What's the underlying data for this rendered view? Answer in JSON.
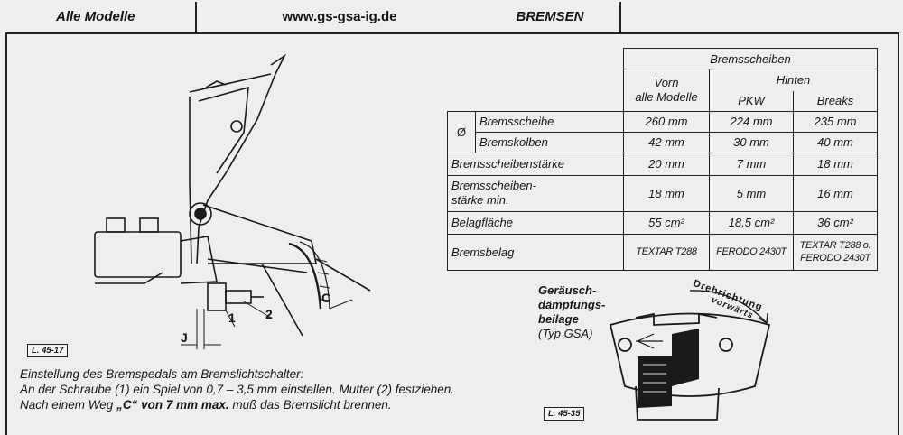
{
  "header": {
    "model": "Alle Modelle",
    "website": "www.gs-gsa-ig.de",
    "section": "BREMSEN"
  },
  "table": {
    "group_header": "Bremsscheiben",
    "front_header_line1": "Vorn",
    "front_header_line2": "alle Modelle",
    "rear_header": "Hinten",
    "rear_sub1": "PKW",
    "rear_sub2": "Breaks",
    "diameter_symbol": "Ø",
    "rows": [
      {
        "label": "Bremsscheibe",
        "front": "260 mm",
        "pkw": "224 mm",
        "breaks": "235 mm"
      },
      {
        "label": "Bremskolben",
        "front": "42 mm",
        "pkw": "30 mm",
        "breaks": "40 mm"
      },
      {
        "label": "Bremsscheibenstärke",
        "front": "20 mm",
        "pkw": "7 mm",
        "breaks": "18 mm"
      },
      {
        "label_line1": "Bremsscheiben-",
        "label_line2": "stärke min.",
        "front": "18 mm",
        "pkw": "5 mm",
        "breaks": "16 mm"
      },
      {
        "label": "Belagfläche",
        "front": "55 cm²",
        "pkw": "18,5 cm²",
        "breaks": "36 cm²"
      },
      {
        "label": "Bremsbelag",
        "front": "TEXTAR T288",
        "pkw": "FERODO 2430T",
        "breaks_line1": "TEXTAR T288 o.",
        "breaks_line2": "FERODO 2430T"
      }
    ]
  },
  "figure_left": {
    "ref": "L. 45-17",
    "callout_1": "1",
    "callout_2": "2",
    "callout_c": "C",
    "callout_j": "J"
  },
  "figure_right": {
    "ref": "L. 45-35",
    "label_line1": "Geräusch-",
    "label_line2": "dämpfungs-",
    "label_line3": "beilage",
    "label_line4": "(Typ GSA)",
    "rotation_word1": "Drehrichtung",
    "rotation_word2": "vorwärts"
  },
  "caption": {
    "line1": "Einstellung des Bremspedals am Bremslichtschalter:",
    "line2": "An der Schraube (1) ein Spiel von 0,7 – 3,5 mm einstellen. Mutter (2) festziehen.",
    "line3_a": "Nach einem Weg ",
    "line3_b": "„C“ von 7 mm max.",
    "line3_c": " muß das Bremslicht brennen."
  }
}
